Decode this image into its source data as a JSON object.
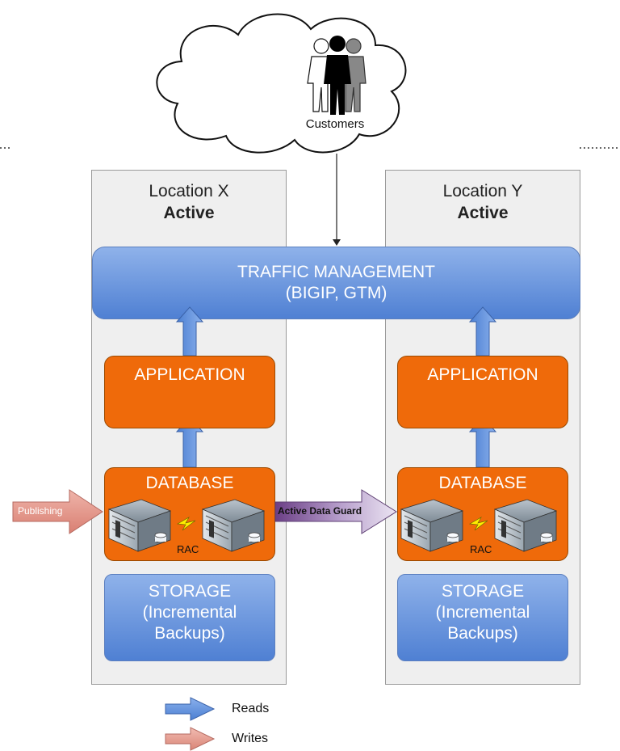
{
  "cloud": {
    "label": "Customers"
  },
  "locations": [
    {
      "name": "Location X",
      "status": "Active",
      "application": "APPLICATION",
      "database": "DATABASE",
      "rac": "RAC",
      "storage_lines": [
        "STORAGE",
        "(Incremental",
        "Backups)"
      ]
    },
    {
      "name": "Location Y",
      "status": "Active",
      "application": "APPLICATION",
      "database": "DATABASE",
      "rac": "RAC",
      "storage_lines": [
        "STORAGE",
        "(Incremental",
        "Backups)"
      ]
    }
  ],
  "traffic": {
    "line1": "TRAFFIC MANAGEMENT",
    "line2": "(BIGIP, GTM)"
  },
  "publishing": {
    "label": "Publishing"
  },
  "replication": {
    "label": "Active Data Guard"
  },
  "legend": {
    "reads": "Reads",
    "writes": "Writes"
  },
  "colors": {
    "reads": "#5b8bd6",
    "writes": "#e59a8e",
    "application": "#ef6a0a",
    "traffic": "#6b97df"
  }
}
